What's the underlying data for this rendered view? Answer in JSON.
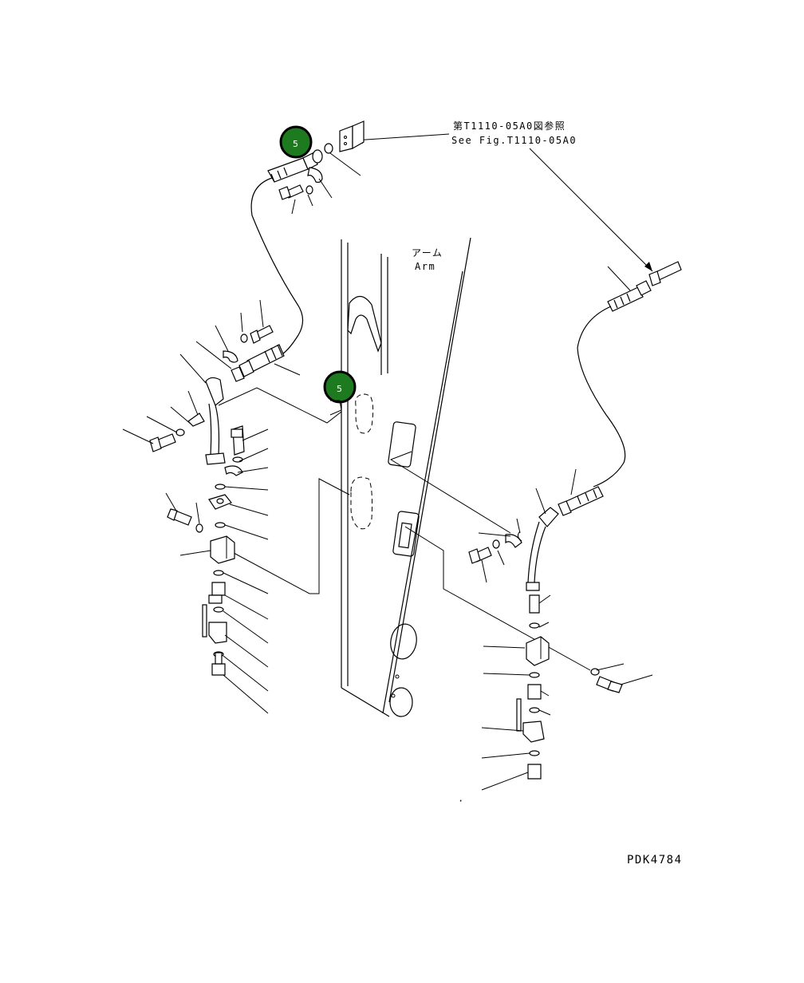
{
  "reference": {
    "jp": "第T1110-05A0図参照",
    "en": "See Fig.T1110-05A0"
  },
  "arm_label": {
    "jp": "アーム",
    "en": "Arm"
  },
  "callouts": [
    {
      "label": "5",
      "color": "#1e7a1e"
    },
    {
      "label": "5",
      "color": "#1e7a1e"
    }
  ],
  "drawing_code": "PDK4784"
}
